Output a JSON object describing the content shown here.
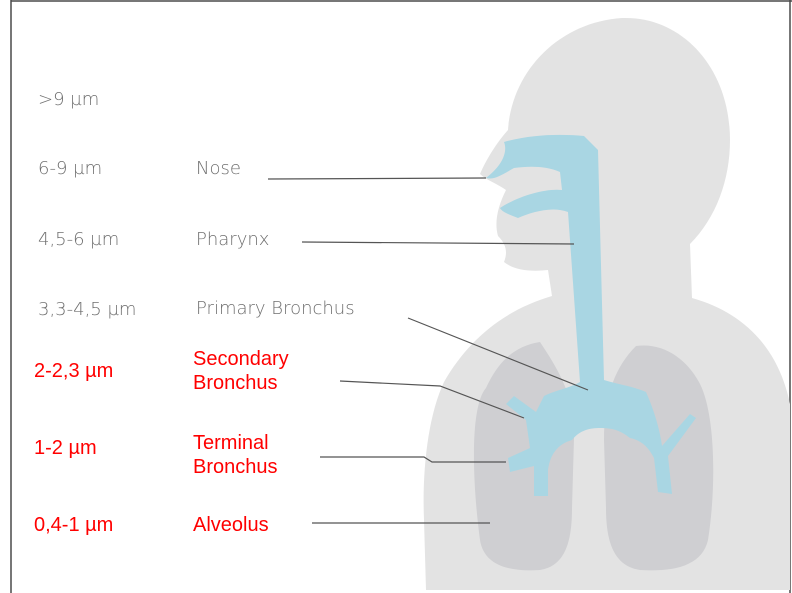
{
  "rows": [
    {
      "size": ">9 µm",
      "structure": ""
    },
    {
      "size": "6-9 µm",
      "structure": "Nose"
    },
    {
      "size": "4,5-6 µm",
      "structure": "Pharynx"
    },
    {
      "size": "3,3-4,5 µm",
      "structure": "Primary Bronchus"
    },
    {
      "size": "2-2,3 µm",
      "structure_line1": "Secondary",
      "structure_line2": "Bronchus"
    },
    {
      "size": "1-2 µm",
      "structure_line1": "Terminal",
      "structure_line2": "Bronchus"
    },
    {
      "size": "0,4-1 µm",
      "structure": "Alveolus"
    }
  ],
  "colors": {
    "body_silhouette": "#e3e3e3",
    "lungs": "#cfcfd2",
    "airway": "#a9d6e3",
    "leader_line": "#555555",
    "gray_text": "#6f6f6f",
    "highlight_text": "#ff0000",
    "frame": "#4a4a4a"
  }
}
